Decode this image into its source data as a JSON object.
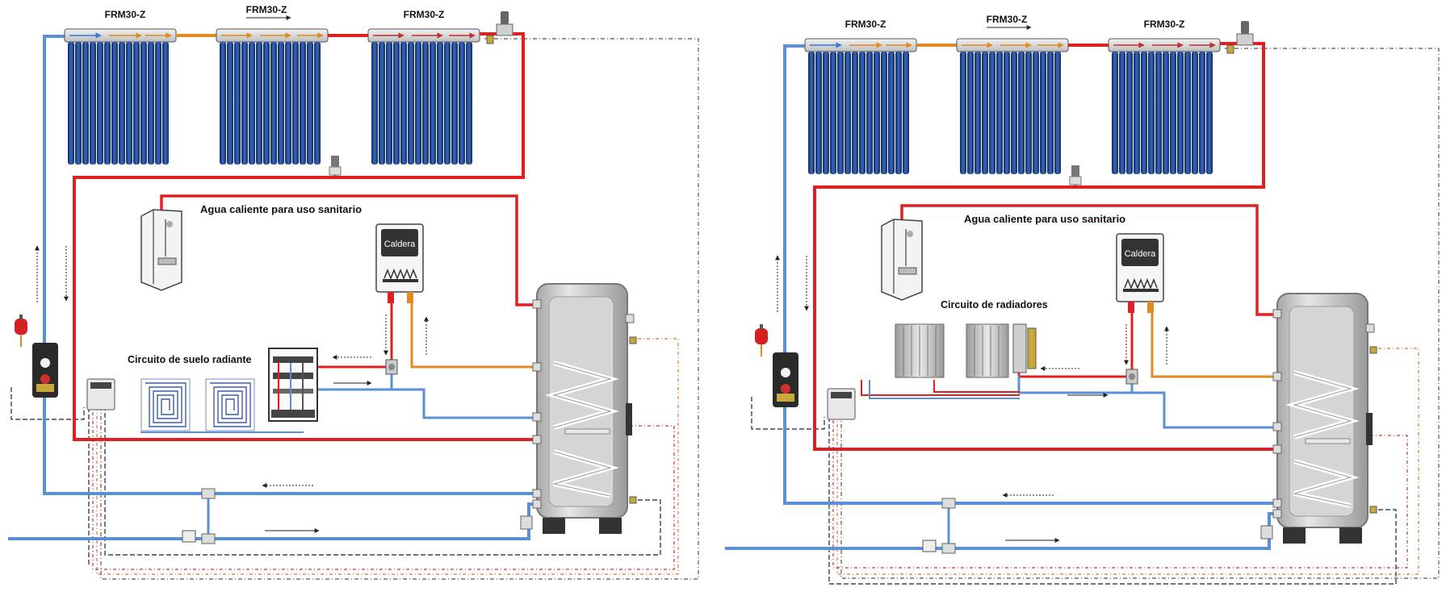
{
  "diagrams": [
    {
      "collectors": [
        {
          "label": "FRM30-Z"
        },
        {
          "label": "FRM30-Z"
        },
        {
          "label": "FRM30-Z"
        }
      ],
      "dhw_label": "Agua caliente para uso sanitario",
      "boiler_label": "Caldera",
      "circuit_label": "Circuito de suelo radiante",
      "circuit_type": "underfloor-heating"
    },
    {
      "collectors": [
        {
          "label": "FRM30-Z"
        },
        {
          "label": "FRM30-Z"
        },
        {
          "label": "FRM30-Z"
        }
      ],
      "dhw_label": "Agua caliente para uso sanitario",
      "boiler_label": "Caldera",
      "circuit_label": "Circuito de radiadores",
      "circuit_type": "radiators"
    }
  ],
  "colors": {
    "hot_pipe": "#e02020",
    "cold_pipe": "#5b8fd6",
    "warm_pipe": "#f0a030",
    "collector_tube": "#1c3f86",
    "collector_header": "#d8d8d8",
    "tank_body": "#c8c8c8",
    "control_dashed_black": "#222222",
    "control_dashed_orange": "#e07020",
    "control_dashed_red": "#d03030"
  }
}
